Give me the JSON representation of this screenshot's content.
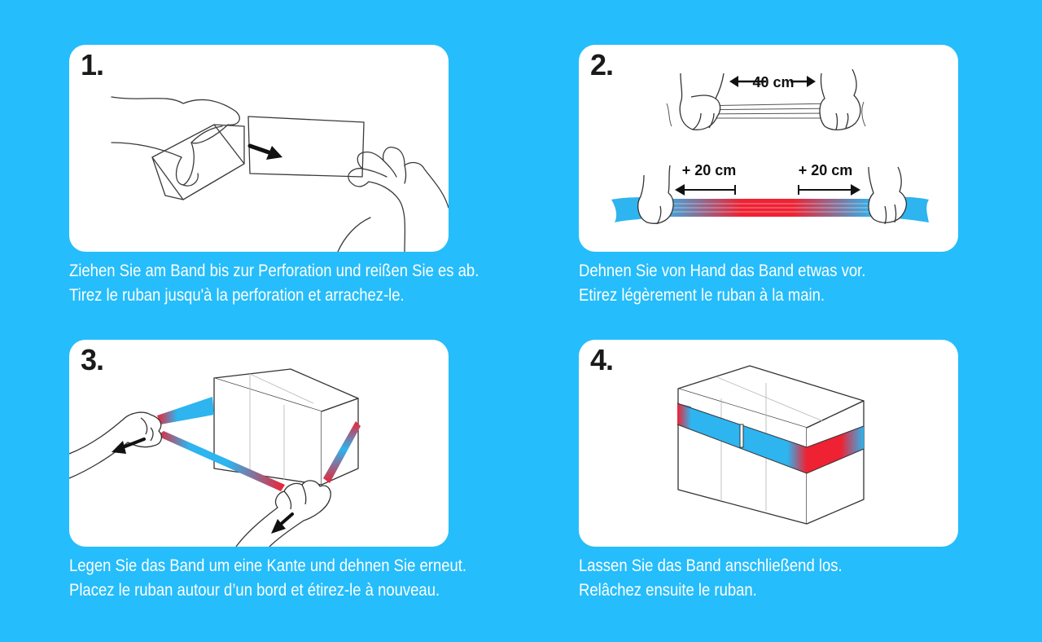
{
  "colors": {
    "background": "#25bdfb",
    "card": "#ffffff",
    "band_blue": "#2eb4ef",
    "band_red": "#ee2233",
    "caption_text": "#ffffff"
  },
  "steps": [
    {
      "number": "1.",
      "caption_de": "Ziehen Sie am Band bis zur Perforation und reißen Sie es ab.",
      "caption_fr": "Tirez le ruban jusqu'à la perforation et arrachez-le.",
      "icons": [
        "hand-icon",
        "box-icon",
        "arrow-right-icon"
      ]
    },
    {
      "number": "2.",
      "caption_de": "Dehnen Sie von Hand das Band etwas vor.",
      "caption_fr": "Etirez légèrement le ruban à la main.",
      "label_width": "40 cm",
      "label_stretch_left": "+ 20 cm",
      "label_stretch_right": "+ 20 cm",
      "icons": [
        "fist-icon",
        "double-arrow-icon"
      ]
    },
    {
      "number": "3.",
      "caption_de": "Legen Sie das Band um eine Kante und dehnen Sie erneut.",
      "caption_fr": "Placez le ruban autour d’un bord et étirez-le à nouveau.",
      "icons": [
        "hand-icon",
        "box-icon",
        "arrow-down-left-icon"
      ]
    },
    {
      "number": "4.",
      "caption_de": "Lassen Sie das Band anschließend los.",
      "caption_fr": "Relâchez ensuite le ruban.",
      "icons": [
        "box-icon",
        "band-icon"
      ]
    }
  ]
}
